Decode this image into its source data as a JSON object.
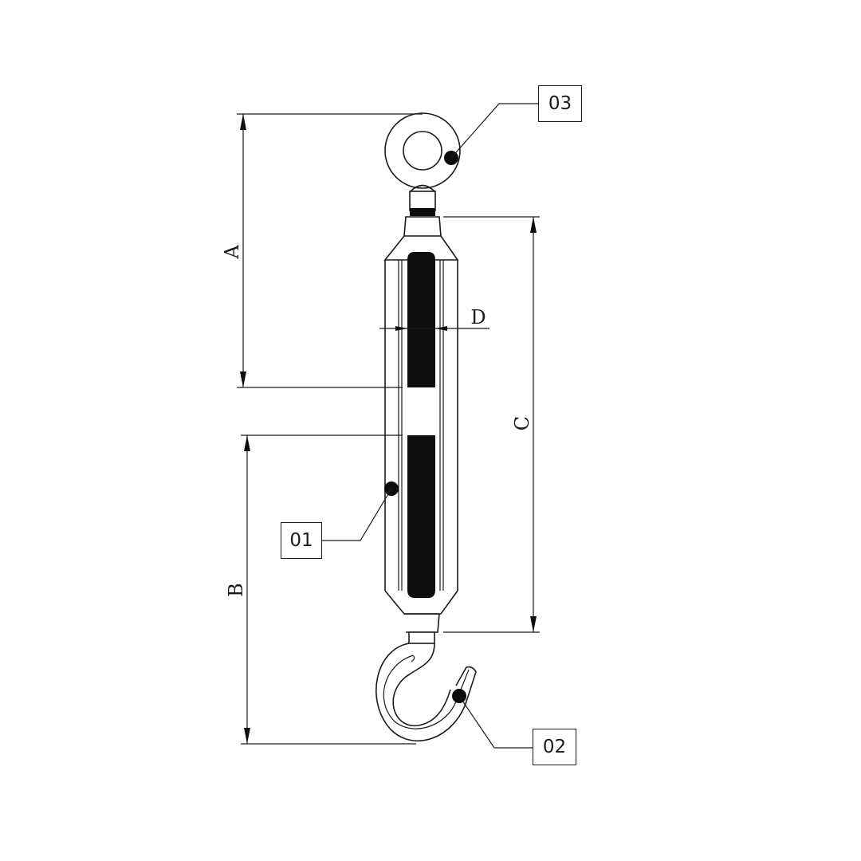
{
  "drawing": {
    "subject": "Turnbuckle with eye and hook",
    "line_color": "#1a1a1a",
    "background": "#ffffff"
  },
  "dimensions": {
    "A": "A",
    "B": "B",
    "C": "C",
    "D": "D"
  },
  "part_tags": [
    {
      "id": "01",
      "label": "01",
      "part": "body"
    },
    {
      "id": "02",
      "label": "02",
      "part": "hook"
    },
    {
      "id": "03",
      "label": "03",
      "part": "eye"
    }
  ]
}
